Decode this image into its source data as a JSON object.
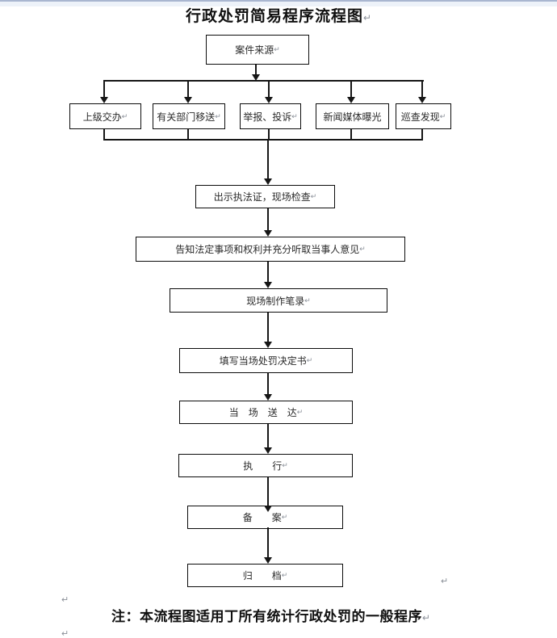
{
  "document": {
    "title": "行政处罚简易程序流程图",
    "title_mark": "↵",
    "note": "注：本流程图适用丁所有统计行政处罚的一般程序",
    "note_mark": "↵",
    "margin_mark_1": "↵",
    "margin_mark_2": "↵",
    "margin_mark_3": "↵"
  },
  "flowchart": {
    "nodes": {
      "case_source": {
        "label": "案件来源",
        "mark": "↵"
      },
      "superior": {
        "label": "上级交办",
        "mark": "↵"
      },
      "dept_transfer": {
        "label": "有关部门移送",
        "mark": "↵"
      },
      "report": {
        "label": "举报、投诉",
        "mark": "↵"
      },
      "media": {
        "label": "新闻媒体曝光",
        "mark": ""
      },
      "patrol": {
        "label": "巡查发现",
        "mark": "↵"
      },
      "inspect": {
        "label": "出示执法证，现场检查",
        "mark": "↵"
      },
      "inform": {
        "label": "告知法定事项和权利并充分听取当事人意见",
        "mark": "↵"
      },
      "record": {
        "label": "现场制作笔录",
        "mark": "↵"
      },
      "fill": {
        "label": "填写当场处罚决定书",
        "mark": "↵"
      },
      "deliver": {
        "label": "当　场　送　达",
        "mark": "↵"
      },
      "execute": {
        "label": "执　　行",
        "mark": "↵"
      },
      "file": {
        "label": "备　　案",
        "mark": "↵"
      },
      "archive": {
        "label": "归　　档",
        "mark": "↵"
      }
    },
    "colors": {
      "line": "#161616",
      "box_border": "#0c0c0c",
      "text": "#2a2a2a",
      "chrome_line": "#a9b6d0"
    }
  }
}
